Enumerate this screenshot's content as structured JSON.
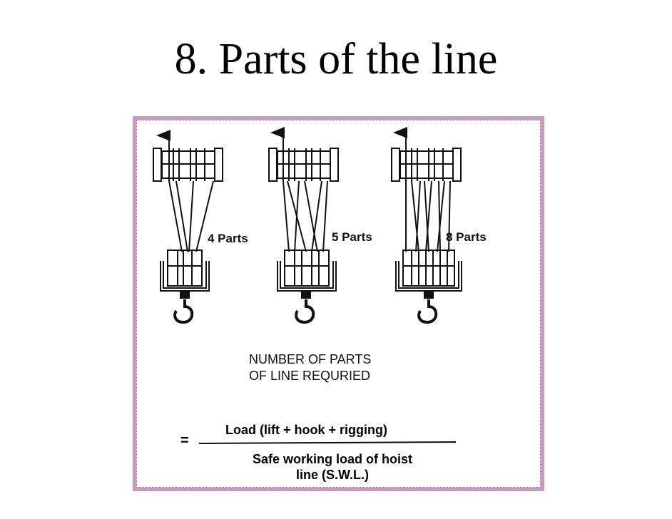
{
  "title": "8.  Parts of the line",
  "diagram": {
    "labels": {
      "four_parts": "4 Parts",
      "five_parts": "5 Parts",
      "eight_parts": "8 Parts"
    },
    "caption": {
      "line1": "NUMBER OF PARTS",
      "line2": "OF LINE REQURIED"
    },
    "formula": {
      "equals": "=",
      "numerator": "Load (lift  +  hook  +  rigging)",
      "denominator_line1": "Safe working load of hoist",
      "denominator_line2": "line (S.W.L.)"
    }
  }
}
